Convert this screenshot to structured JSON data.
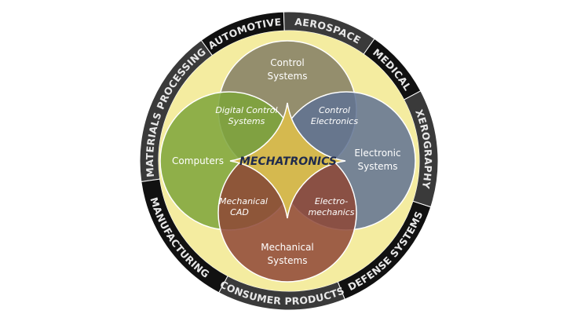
{
  "diagram": {
    "center_label": "MECHATRONICS",
    "circles": [
      {
        "id": "control",
        "lines": [
          "Control",
          "Systems"
        ],
        "color": "#8b8568"
      },
      {
        "id": "computers",
        "lines": [
          "Computers"
        ],
        "color": "#7da43a"
      },
      {
        "id": "electronic",
        "lines": [
          "Electronic",
          "Systems"
        ],
        "color": "#5f7293"
      },
      {
        "id": "mechanical",
        "lines": [
          "Mechanical",
          "Systems"
        ],
        "color": "#8e4636"
      }
    ],
    "overlaps": [
      {
        "id": "digital-control",
        "lines": [
          "Digital Control",
          "Systems"
        ]
      },
      {
        "id": "control-electronics",
        "lines": [
          "Control",
          "Electronics"
        ]
      },
      {
        "id": "mechanical-cad",
        "lines": [
          "Mechanical",
          "CAD"
        ]
      },
      {
        "id": "electro-mechanics",
        "lines": [
          "Electro-",
          "mechanics"
        ]
      }
    ],
    "ring_labels": [
      "MATERIALS PROCESSING",
      "AUTOMOTIVE",
      "AEROSPACE",
      "MEDICAL",
      "XEROGRAPHY",
      "DEFENSE SYSTEMS",
      "CONSUMER PRODUCTS",
      "MANUFACTURING"
    ],
    "colors": {
      "ring_dark": "#111111",
      "ring_gray": "#3a3a3a",
      "inner_fill": "#f4eca0",
      "center_fill": "#d5b94f",
      "center_text": "#1f2a4d"
    }
  }
}
